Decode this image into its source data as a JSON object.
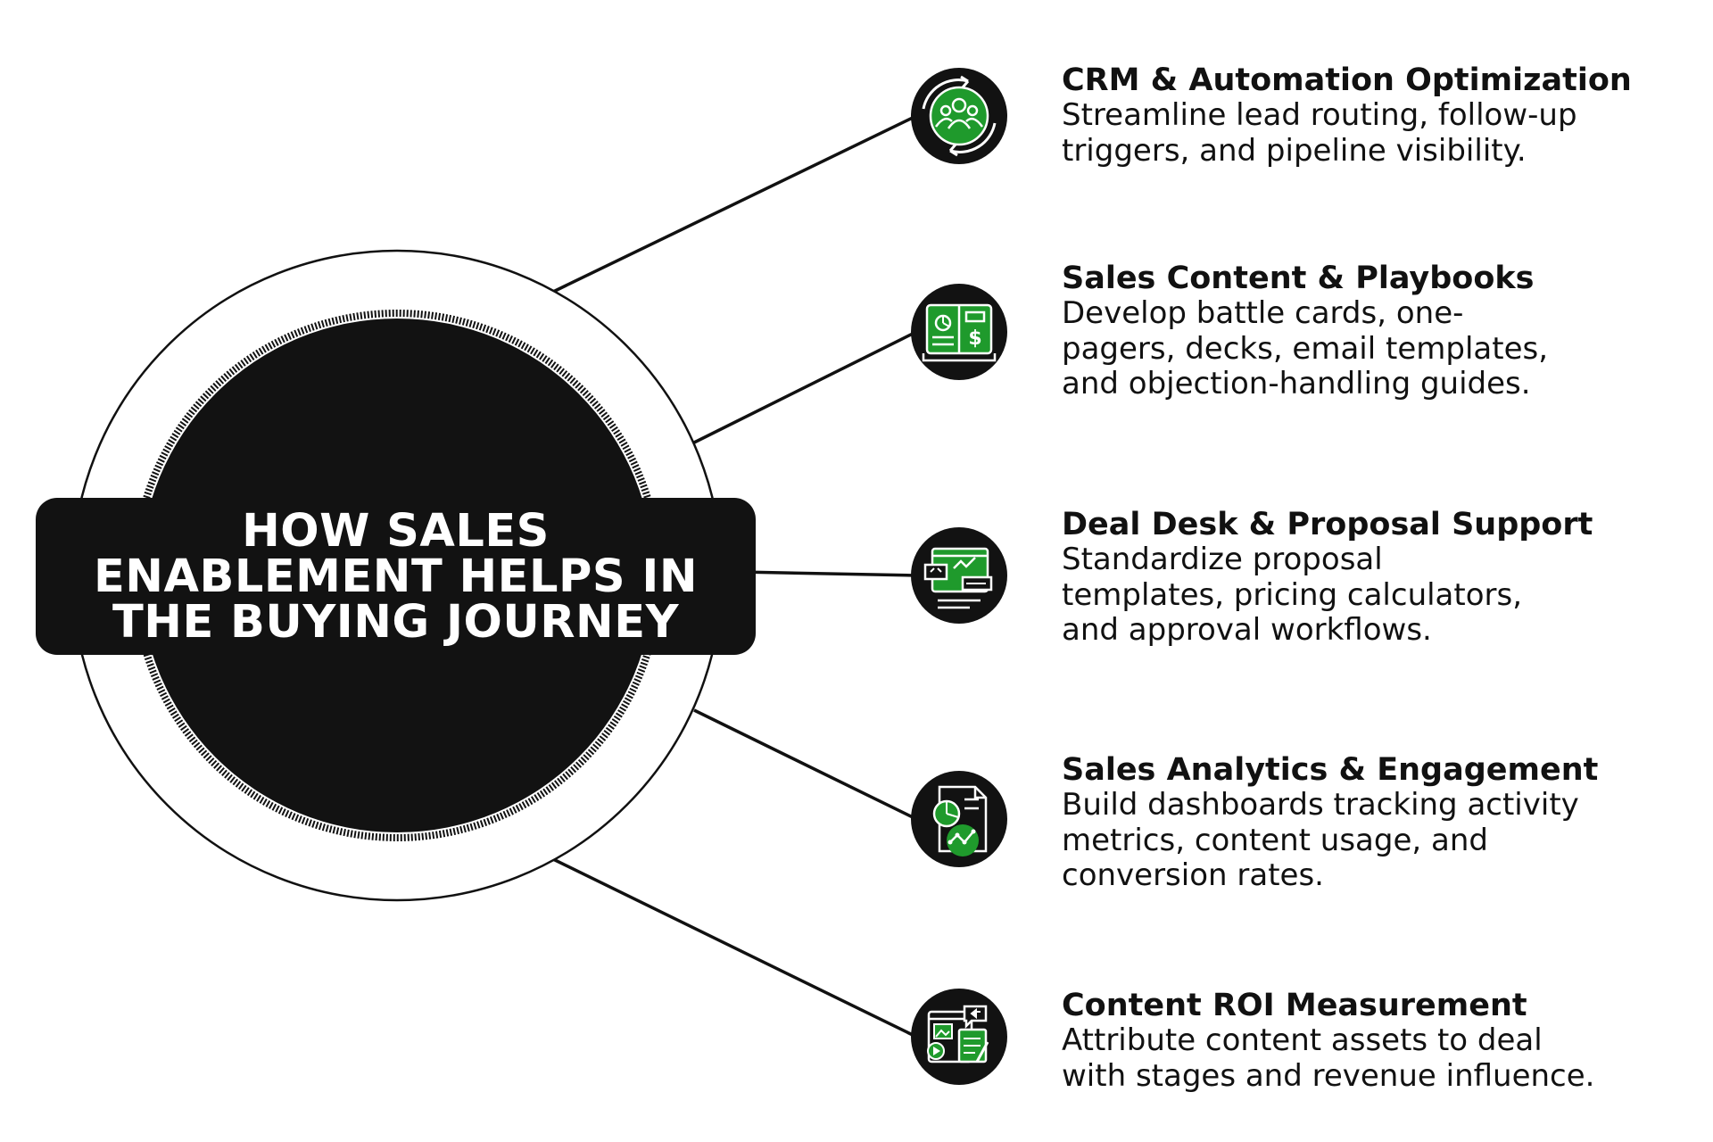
{
  "title": {
    "lines": [
      "HOW SALES",
      "ENABLEMENT HELPS IN",
      "THE BUYING JOURNEY"
    ]
  },
  "colors": {
    "dark": "#121212",
    "accent_green": "#1f9a2c",
    "icon_line": "#ffffff",
    "text": "#111111",
    "background": "#ffffff"
  },
  "items": [
    {
      "title": "CRM & Automation Optimization",
      "desc_lines": [
        "Streamline lead routing, follow-up",
        "triggers, and pipeline visibility."
      ],
      "icon": "team-gear-cycle-icon"
    },
    {
      "title": "Sales Content & Playbooks",
      "desc_lines": [
        "Develop battle cards, one-",
        "pagers, decks, email templates,",
        "and objection-handling guides."
      ],
      "icon": "open-playbook-icon"
    },
    {
      "title": "Deal Desk & Proposal Support",
      "desc_lines": [
        "Standardize proposal",
        "templates, pricing calculators,",
        "and approval workflows."
      ],
      "icon": "proposal-dashboard-icon"
    },
    {
      "title": "Sales Analytics & Engagement",
      "desc_lines": [
        "Build dashboards tracking activity",
        "metrics, content usage, and",
        "conversion rates."
      ],
      "icon": "analytics-report-icon"
    },
    {
      "title": "Content ROI Measurement",
      "desc_lines": [
        "Attribute content assets to deal",
        "with stages and revenue influence."
      ],
      "icon": "content-assets-icon"
    }
  ]
}
